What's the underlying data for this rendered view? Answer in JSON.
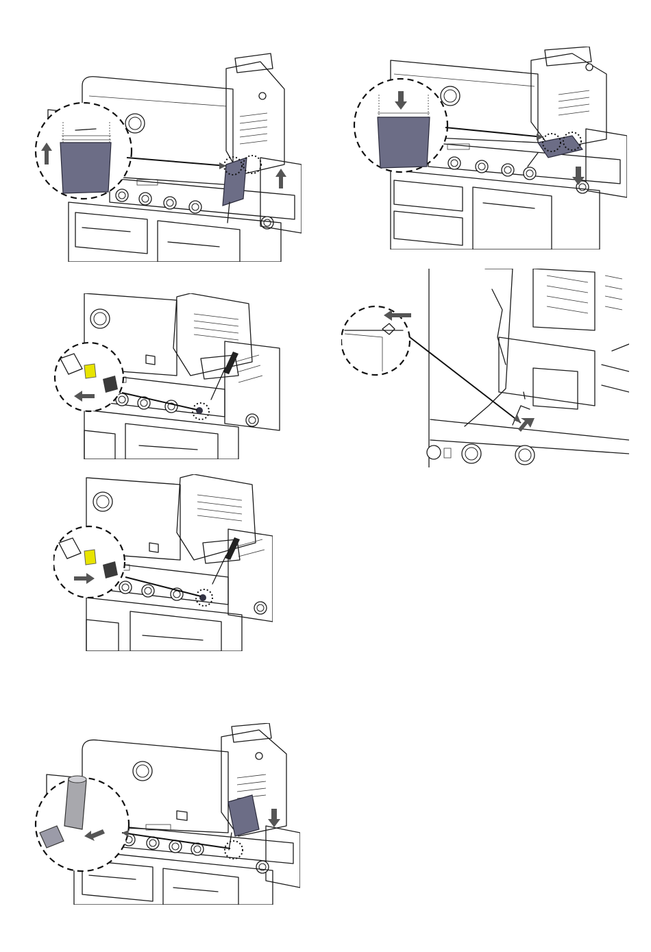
{
  "figures": [
    {
      "id": "step-remove-burner",
      "kind": "burner-removal-up"
    },
    {
      "id": "step-install-burner",
      "kind": "burner-install-down"
    },
    {
      "id": "step-remove-valve-fitting",
      "kind": "orifice-removal"
    },
    {
      "id": "step-remove-electrode",
      "kind": "electrode-removal"
    },
    {
      "id": "step-install-valve-fitting",
      "kind": "orifice-install"
    },
    {
      "id": "step-connect-burner-valve",
      "kind": "burner-valve-connection"
    }
  ],
  "colors": {
    "line": "#1a1a1a",
    "burner": "#6c6d86",
    "orifice": "#e8e400",
    "knob_cap": "#3a3a3a",
    "arrow": "#555555"
  }
}
